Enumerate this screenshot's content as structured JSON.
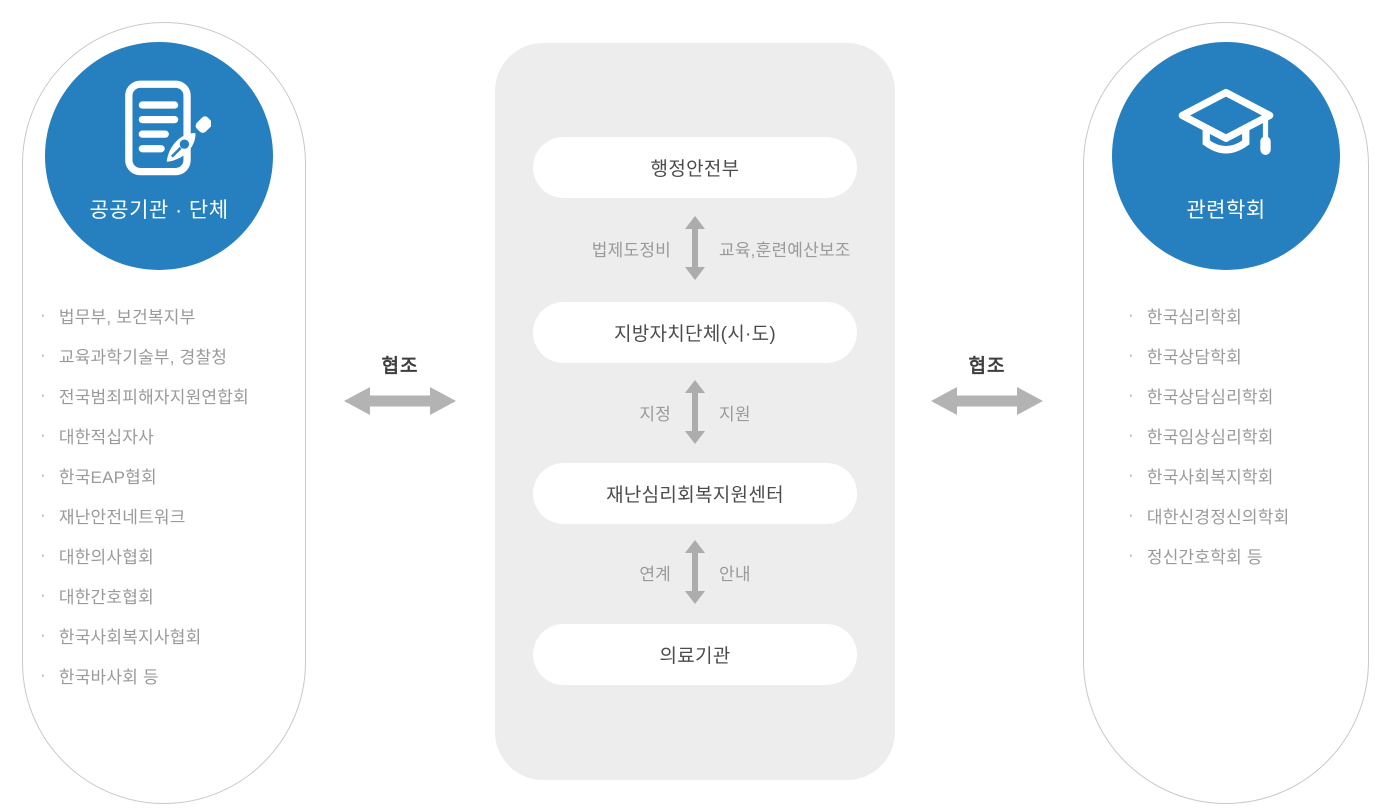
{
  "left_panel": {
    "title": "공공기관 · 단체",
    "icon": "document-pen-icon",
    "items": [
      "법무부, 보건복지부",
      "교육과학기술부, 경찰청",
      "전국범죄피해자지원연합회",
      "대한적십자사",
      "한국EAP협회",
      "재난안전네트워크",
      "대한의사협회",
      "대한간호협회",
      "한국사회복지사협회",
      "한국바사회 등"
    ]
  },
  "center_flow": {
    "nodes": [
      "행정안전부",
      "지방자치단체(시·도)",
      "재난심리회복지원센터",
      "의료기관"
    ],
    "links": [
      {
        "left_label": "법제도정비",
        "right_label": "교육,훈련예산보조"
      },
      {
        "left_label": "지정",
        "right_label": "지원"
      },
      {
        "left_label": "연계",
        "right_label": "안내"
      }
    ]
  },
  "right_panel": {
    "title": "관련학회",
    "icon": "graduation-cap-icon",
    "items": [
      "한국심리학회",
      "한국상담학회",
      "한국상담심리학회",
      "한국임상심리학회",
      "한국사회복지학회",
      "대한신경정신의학회",
      "정신간호학회 등"
    ]
  },
  "connectors": {
    "left_label": "협조",
    "right_label": "협조"
  },
  "bullet_char": "·",
  "colors": {
    "accent_blue": "#2680c0",
    "panel_gray": "#ededed",
    "arrow_gray": "#b3b3b3",
    "capsule_border": "#c9c9c9",
    "list_text": "#9a9a9a",
    "node_text": "#4c4c4c"
  }
}
